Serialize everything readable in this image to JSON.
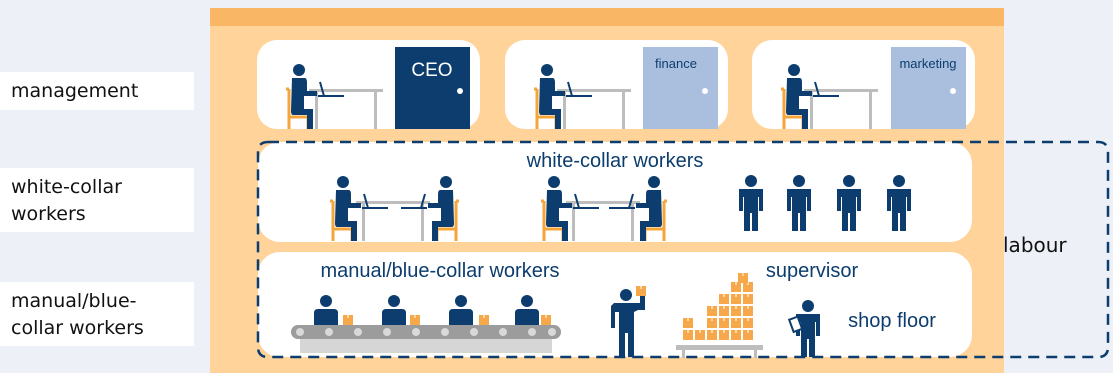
{
  "side_labels": {
    "management": "management",
    "white_collar_line1": "white-collar",
    "white_collar_line2": "workers",
    "manual_line1": "manual/blue-",
    "manual_line2": "collar workers"
  },
  "labour": "labour",
  "offices": {
    "ceo": "CEO",
    "finance": "finance",
    "marketing": "marketing"
  },
  "floors": {
    "white_collar_title": "white-collar workers",
    "manual_title": "manual/blue-collar workers",
    "supervisor": "supervisor",
    "shop_floor": "shop floor"
  },
  "colors": {
    "building": "#ffd39a",
    "roof": "#f9b766",
    "navy": "#0c3d6e",
    "door_grey": "#a9bfdd",
    "chair": "#f5a63b",
    "box": "#f7a84b",
    "conveyor": "#9c9c9c"
  }
}
